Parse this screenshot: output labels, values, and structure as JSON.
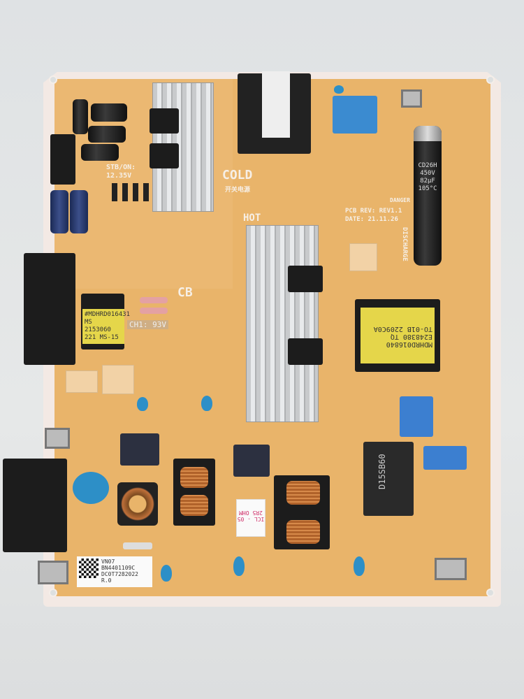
{
  "board": {
    "zones": {
      "cold": "COLD",
      "hot": "HOT",
      "cold_cn": "开关电源"
    },
    "cb": "CB",
    "standby_voltage": "STB/ON: 12.35V",
    "ch1_voltage": "CH1: 93V",
    "danger": "DANGER",
    "discharge": "DISCHARGE",
    "pcb_rev": "PCB REV: REV1.1",
    "pcb_date": "DATE: 21.11.26",
    "bulk_cap": {
      "line1": "CD26H",
      "line2": "450V",
      "line3": "82µF",
      "line4": "105°C"
    },
    "left_transformer": [
      "#MDHRD016431",
      "MS    2153060",
      "221    MS-15"
    ],
    "main_transformer": [
      "MDHRD016840",
      "E248380 TQ",
      "TO-01B 2209C0A"
    ],
    "bridge_rectifier": "D15SB60",
    "icl_label": [
      "ICL - 05",
      "2R5 OHM"
    ],
    "serial_label": [
      "VN07",
      "BN4401109C",
      "DC0T7282022",
      "R.0"
    ]
  },
  "colors": {
    "copper": "#e9b46a",
    "board": "#f3e9e4",
    "background": "#e2e4e5"
  }
}
